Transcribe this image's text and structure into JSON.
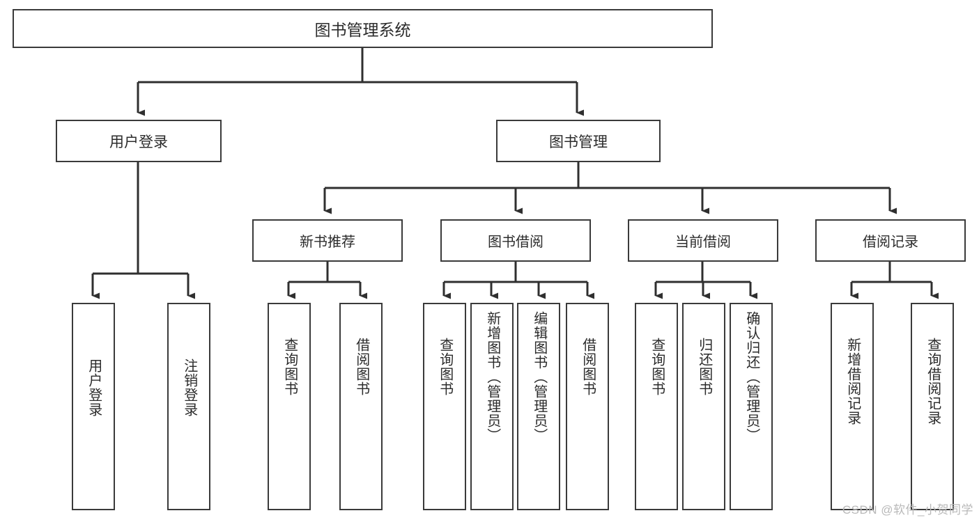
{
  "diagram": {
    "title_node": {
      "label": "图书管理系统"
    },
    "level2": [
      {
        "id": "user-login",
        "label": "用户登录"
      },
      {
        "id": "book-management",
        "label": "图书管理"
      }
    ],
    "level3": [
      {
        "id": "new-book-recommend",
        "label": "新书推荐"
      },
      {
        "id": "book-borrow",
        "label": "图书借阅"
      },
      {
        "id": "current-borrow",
        "label": "当前借阅"
      },
      {
        "id": "borrow-record",
        "label": "借阅记录"
      }
    ],
    "leaves": [
      {
        "id": "leaf-user-login",
        "label": "用户登录",
        "parent": "user-login"
      },
      {
        "id": "leaf-logout-login",
        "label": "注销登录",
        "parent": "user-login"
      },
      {
        "id": "leaf-query-book-1",
        "label": "查询图书",
        "parent": "new-book-recommend"
      },
      {
        "id": "leaf-borrow-book-1",
        "label": "借阅图书",
        "parent": "new-book-recommend"
      },
      {
        "id": "leaf-query-book-2",
        "label": "查询图书",
        "parent": "book-borrow"
      },
      {
        "id": "leaf-add-book",
        "label": "新增图书（管理员）",
        "parent": "book-borrow"
      },
      {
        "id": "leaf-edit-book",
        "label": "编辑图书（管理员）",
        "parent": "book-borrow"
      },
      {
        "id": "leaf-borrow-book-2",
        "label": "借阅图书",
        "parent": "book-borrow"
      },
      {
        "id": "leaf-query-book-3",
        "label": "查询图书",
        "parent": "current-borrow"
      },
      {
        "id": "leaf-return-book",
        "label": "归还图书",
        "parent": "current-borrow"
      },
      {
        "id": "leaf-confirm-return",
        "label": "确认归还（管理员）",
        "parent": "current-borrow"
      },
      {
        "id": "leaf-add-record",
        "label": "新增借阅记录",
        "parent": "borrow-record"
      },
      {
        "id": "leaf-query-record",
        "label": "查询借阅记录",
        "parent": "borrow-record"
      }
    ],
    "watermark": "CSDN @软件_小贺同学",
    "colors": {
      "border": "#3a3a3a",
      "text": "#2b2b2b",
      "background": "#ffffff",
      "watermark": "#b9b9b9"
    }
  }
}
